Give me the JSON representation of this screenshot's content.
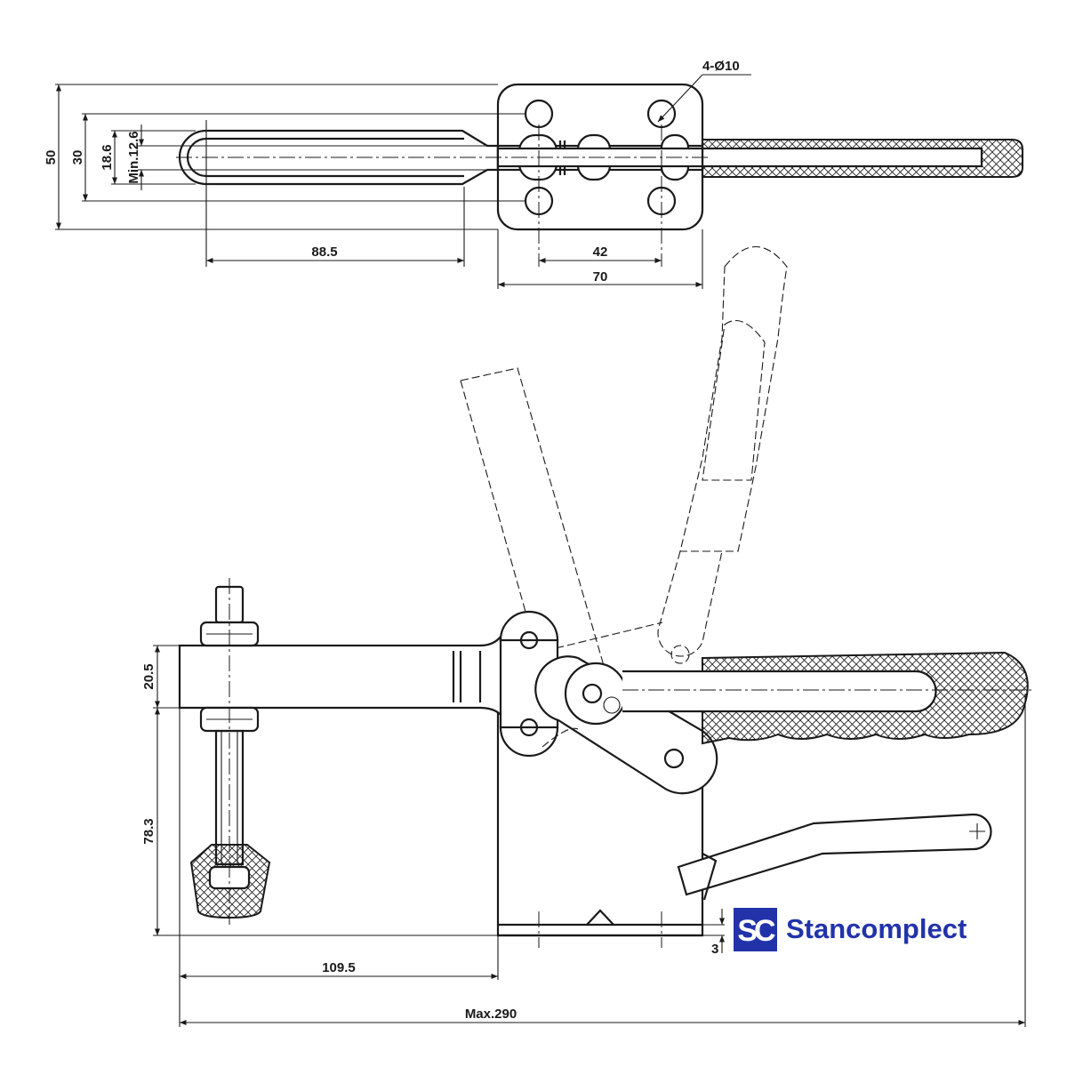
{
  "dimensions": {
    "overall_width_top": "50",
    "slot_width": "30",
    "bar_width": "18.6",
    "min_gap": "Min.12.6",
    "hole_spec": "4-Ø10",
    "bar_length": "88.5",
    "hole_spacing": "42",
    "base_width": "70",
    "bar_height": "20.5",
    "spindle_height": "78.3",
    "base_thickness": "3",
    "reach": "109.5",
    "max_length": "Max.290"
  },
  "logo": {
    "mark": "SC",
    "name": "Stancomplect",
    "color": "#2233aa"
  }
}
